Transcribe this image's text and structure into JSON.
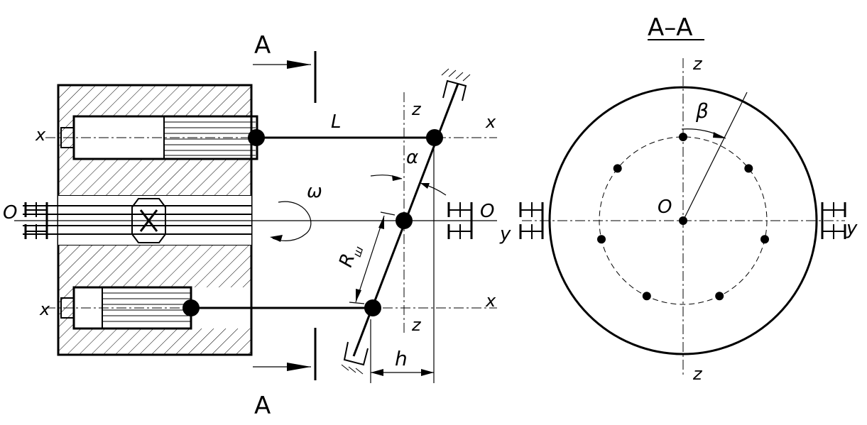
{
  "section": {
    "marker": "A",
    "view_title": "A–A"
  },
  "labels": {
    "x": "x",
    "z": "z",
    "y": "y",
    "o": "O",
    "L": "L",
    "alpha": "α",
    "omega": "ω",
    "R": "R",
    "R_sub": "ш",
    "h": "h",
    "beta": "β"
  },
  "section_view": {
    "piston_count": 7
  }
}
